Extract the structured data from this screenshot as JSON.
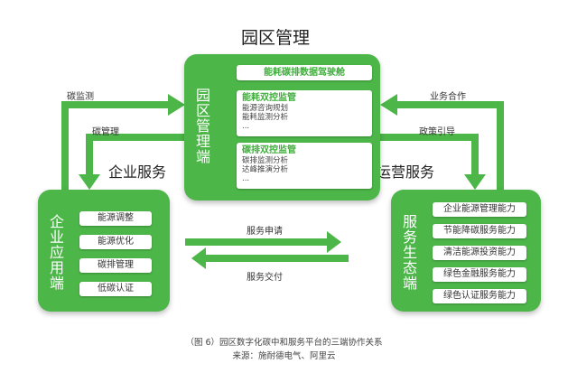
{
  "title": "园区管理",
  "center": {
    "vertical_label": "园区管理端",
    "top_pill": "能耗碳排数据驾驶舱",
    "cards": [
      {
        "title": "能耗双控监管",
        "items": [
          "能源咨询规划",
          "能耗监测分析",
          "..."
        ]
      },
      {
        "title": "碳排双控监管",
        "items": [
          "碳排监测分析",
          "达峰推演分析",
          "..."
        ]
      }
    ]
  },
  "left": {
    "heading": "企业服务",
    "vertical_label": "企业应用端",
    "items": [
      "能源调整",
      "能源优化",
      "碳排管理",
      "低碳认证"
    ]
  },
  "right": {
    "heading": "运营服务",
    "vertical_label": "服务生态端",
    "items": [
      "企业能源管理能力",
      "节能降碳服务能力",
      "清洁能源投资能力",
      "绿色金融服务能力",
      "绿色认证服务能力"
    ]
  },
  "flows": {
    "carbon_monitoring": "碳监测",
    "carbon_management": "碳管理",
    "business_cooperation": "业务合作",
    "policy_guidance": "政策引导",
    "service_application": "服务申请",
    "service_delivery": "服务交付"
  },
  "caption": {
    "line1": "（图 6）园区数字化碳中和服务平台的三端协作关系",
    "line2": "来源：施耐德电气、阿里云"
  },
  "colors": {
    "accent": "#4cb648",
    "card_title": "#3fae3b"
  }
}
